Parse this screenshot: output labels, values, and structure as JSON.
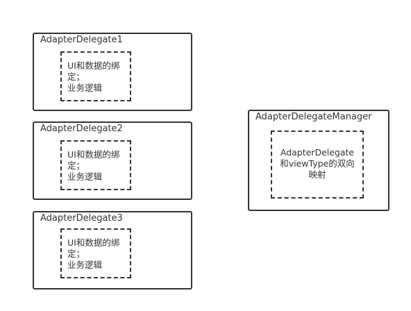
{
  "delegates": [
    {
      "title": "AdapterDelegate1",
      "lines": [
        "UI和数据的绑",
        "定；",
        "业务逻辑"
      ]
    },
    {
      "title": "AdapterDelegate2",
      "lines": [
        "UI和数据的绑",
        "定；",
        "业务逻辑"
      ]
    },
    {
      "title": "AdapterDelegate3",
      "lines": [
        "UI和数据的绑",
        "定；",
        "业务逻辑"
      ]
    }
  ],
  "manager": {
    "title": "AdapterDelegateManager",
    "lines": [
      "AdapterDelegate",
      "和viewType的双向",
      "映射"
    ]
  }
}
